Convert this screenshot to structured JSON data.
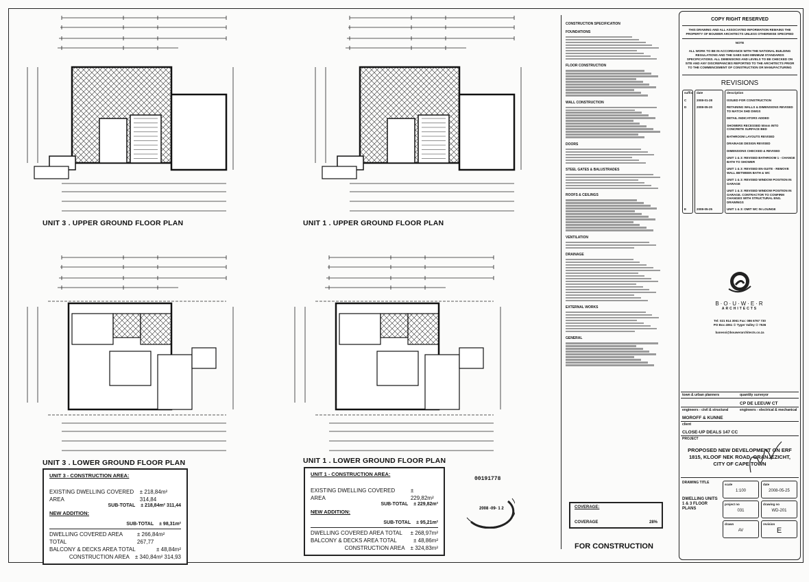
{
  "plans": [
    {
      "title": "UNIT 3 . UPPER GROUND FLOOR PLAN"
    },
    {
      "title": "UNIT 1 . UPPER GROUND FLOOR PLAN"
    },
    {
      "title": "UNIT 3 . LOWER GROUND FLOOR PLAN"
    },
    {
      "title": "UNIT 1 . LOWER GROUND FLOOR PLAN"
    }
  ],
  "unit3_area": {
    "title": "UNIT 3 - CONSTRUCTION AREA:",
    "existing_dwelling": "EXISTING DWELLING COVERED AREA",
    "existing_dwelling_val": "± 218,84m²  314,84",
    "subtotal1_label": "SUB-TOTAL",
    "subtotal1_val": "± 218,84m²  311,44",
    "new_addition": "NEW ADDITION:",
    "subtotal2_label": "SUB-TOTAL",
    "subtotal2_val": "± 98,31m²",
    "dwelling_total": "DWELLING COVERED AREA TOTAL",
    "dwelling_total_val": "± 266,84m²  267,77",
    "balcony_total": "BALCONY & DECKS AREA TOTAL",
    "balcony_total_val": "± 48,84m²",
    "construction": "CONSTRUCTION AREA",
    "construction_val": "± 340,84m²  314,93"
  },
  "unit1_area": {
    "title": "UNIT 1 - CONSTRUCTION AREA:",
    "existing_dwelling": "EXISTING DWELLING COVERED AREA",
    "existing_dwelling_val": "± 229,82m²",
    "subtotal1_label": "SUB-TOTAL",
    "subtotal1_val": "± 229,82m²",
    "new_addition": "NEW ADDITION:",
    "subtotal2_label": "SUB-TOTAL",
    "subtotal2_val": "± 95,21m²",
    "dwelling_total": "DWELLING COVERED AREA TOTAL",
    "dwelling_total_val": "± 268,97m²",
    "balcony_total": "BALCONY & DECKS AREA TOTAL",
    "balcony_total_val": "± 48,86m²",
    "construction": "CONSTRUCTION AREA",
    "construction_val": "± 324,83m²"
  },
  "serial": "00191778",
  "stamp_date": "2008 -09- 1 2",
  "coverage": {
    "title": "COVERAGE:",
    "label": "COVERAGE",
    "value": "28%"
  },
  "for_construction": "FOR CONSTRUCTION",
  "spec": {
    "title": "CONSTRUCTION SPECIFICATION",
    "sections": [
      "FOUNDATIONS",
      "FLOOR CONSTRUCTION",
      "WALL CONSTRUCTION",
      "DOORS",
      "STEEL GATES & BALUSTRADES",
      "ROOFS & CEILINGS",
      "VENTILATION",
      "DRAINAGE",
      "EXTERNAL WORKS",
      "GENERAL"
    ]
  },
  "title_block": {
    "copyright": "COPY RIGHT RESERVED",
    "copyright_note": "THIS DRAWING AND ALL ASSOCIATED INFORMATION REMAINS THE PROPERTY OF BOUWER ARCHITECTS UNLESS OTHERWISE SPECIFIED",
    "note_title": "NOTE",
    "note": "ALL WORK TO BE IN ACCORDANCE WITH THE NATIONAL BUILDING REGULATIONS AND THE SABS 0400 MINIMUM STANDARDS SPECIFICATIONS. ALL DIMENSIONS AND LEVELS TO BE CHECKED ON SITE AND ANY DISCREPANCIES REPORTED TO THE ARCHITECTS PRIOR TO THE COMMENCEMENT OF CONSTRUCTION OR MANUFACTURING",
    "revisions_title": "REVISIONS",
    "rev_headers": {
      "suffix": "suffix",
      "date": "date",
      "description": "description"
    },
    "revisions": [
      {
        "suffix": "C",
        "date": "2008-01-28",
        "description": "ISSUED FOR CONSTRUCTION"
      },
      {
        "suffix": "D",
        "date": "2008-05-20",
        "description": "RETAINING WALLS & DIMENSIONS REVISED TO MATCH SHD DWGS"
      },
      {
        "suffix": "",
        "date": "",
        "description": "DETAIL INDICATORS ADDED"
      },
      {
        "suffix": "",
        "date": "",
        "description": "SHOWERS RECESSED 50mm INTO CONCRETE SURFACE BED"
      },
      {
        "suffix": "",
        "date": "",
        "description": "BATHROOM LAYOUTS REVISED"
      },
      {
        "suffix": "",
        "date": "",
        "description": "DRAINAGE DESIGN REVISED"
      },
      {
        "suffix": "",
        "date": "",
        "description": "DIMENSIONS CHECKED & REVISED"
      },
      {
        "suffix": "",
        "date": "",
        "description": "UNIT 1 & 3: REVISED BATHROOM 1 - CHANGE BATH TO SHOWER"
      },
      {
        "suffix": "",
        "date": "",
        "description": "UNIT 1 & 3: REVISED EN-SUITE - REMOVE WALL BETWEEN BATH & WC"
      },
      {
        "suffix": "",
        "date": "",
        "description": "UNIT 1 & 3: REVISED WINDOW POSITION IN GARAGE"
      },
      {
        "suffix": "",
        "date": "",
        "description": "UNIT 1 & 3: REVISED WINDOW POSITION IN GARAGE. CONTRACTOR TO CONFIRM CHANGES WITH STRUCTURAL ENG. DRAWINGS"
      },
      {
        "suffix": "E",
        "date": "2008-05-25",
        "description": "UNIT 1 & 3: OMIT WC IN LOUNGE"
      }
    ],
    "firm": "B·O·U·W·E·R",
    "firm_sub": "ARCHITECTS",
    "contact1": "Tel: 021 914 3061  Fax: 086 6767 730",
    "contact2": "PO Box 4061  ☉  Tyger Valley  ☉ 7536",
    "email": "banessi@bouwerarchitects.co.za",
    "town_planner_label": "town & urban planners",
    "quantity_surveyor_label": "quantity surveyor",
    "quantity_surveyor": "CP DE LEEUW CT",
    "engineers_civil_label": "engineers - civil & structural",
    "engineers_elec_label": "engineers - electrical & mechanical",
    "engineers_civil": "MOROFF & KUNNE",
    "client_label": "client",
    "client": "CLOSE-UP DEALS 147 CC",
    "project_label": "PROJECT",
    "project": "PROPOSED NEW DEVELOPMENT ON ERF 1815, KLOOF NEK ROAD, ORANJEZICHT, CITY OF CAPE TOWN",
    "drawing_title_label": "DRAWING TITLE",
    "drawing_title": "DWELLING UNITS 1 & 3 FLOOR PLANS",
    "scale_label": "scale",
    "scale": "1:100",
    "date_label": "date",
    "date": "2008-05-25",
    "project_no_label": "project no",
    "project_no": "031",
    "drawing_no_label": "drawing no",
    "drawing_no": "WD-201",
    "drawn_label": "drawn",
    "drawn": "AV",
    "revision_label": "revision",
    "revision": "E"
  }
}
